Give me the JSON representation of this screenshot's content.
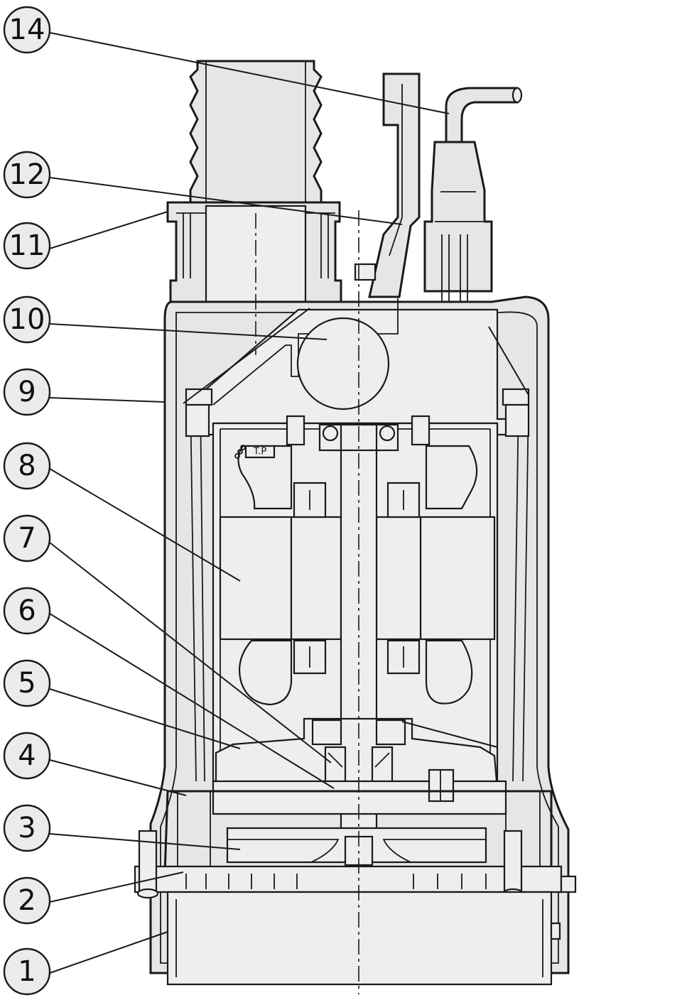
{
  "callouts": [
    "14",
    "12",
    "11",
    "10",
    "9",
    "8",
    "7",
    "6",
    "5",
    "4",
    "3",
    "2",
    "1"
  ],
  "motor_tag": "T.P",
  "colors": {
    "fill": "#e6e6e6",
    "line": "#1a1a1a",
    "background": "#ffffff"
  }
}
